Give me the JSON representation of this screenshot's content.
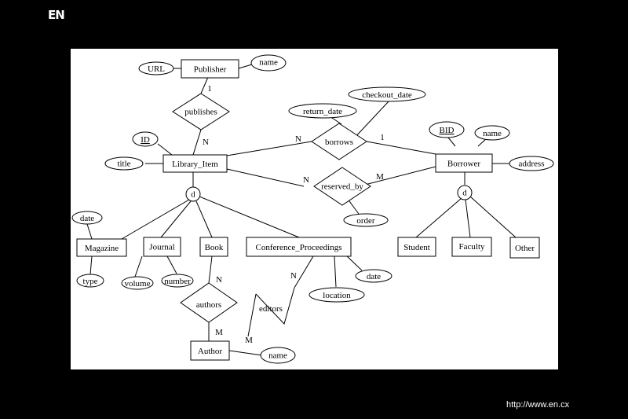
{
  "logo": "EN",
  "footer_url": "http://www.en.cx",
  "entities": {
    "publisher": "Publisher",
    "library_item": "Library_Item",
    "borrower": "Borrower",
    "magazine": "Magazine",
    "journal": "Journal",
    "book": "Book",
    "conference_proceedings": "Conference_Proceedings",
    "author": "Author",
    "student": "Student",
    "faculty": "Faculty",
    "other": "Other"
  },
  "relationships": {
    "publishes": "publishes",
    "borrows": "borrows",
    "reserved_by": "reserved_by",
    "authors": "authors",
    "editors": "editors"
  },
  "attributes": {
    "url": "URL",
    "publisher_name": "name",
    "id": "ID",
    "title": "title",
    "return_date": "return_date",
    "checkout_date": "checkout_date",
    "bid": "BID",
    "borrower_name": "name",
    "address": "address",
    "order": "order",
    "magazine_date": "date",
    "type": "type",
    "volume": "volume",
    "number": "number",
    "cp_date": "date",
    "location": "location",
    "author_name": "name"
  },
  "specializations": {
    "library_item": "d",
    "borrower": "d"
  },
  "cardinalities": {
    "publishes_publisher": "1",
    "publishes_item": "N",
    "borrows_item": "N",
    "borrows_borrower": "1",
    "reserved_item": "N",
    "reserved_borrower": "M",
    "authors_book": "N",
    "authors_author": "M",
    "editors_cp": "N",
    "editors_author": "M"
  }
}
